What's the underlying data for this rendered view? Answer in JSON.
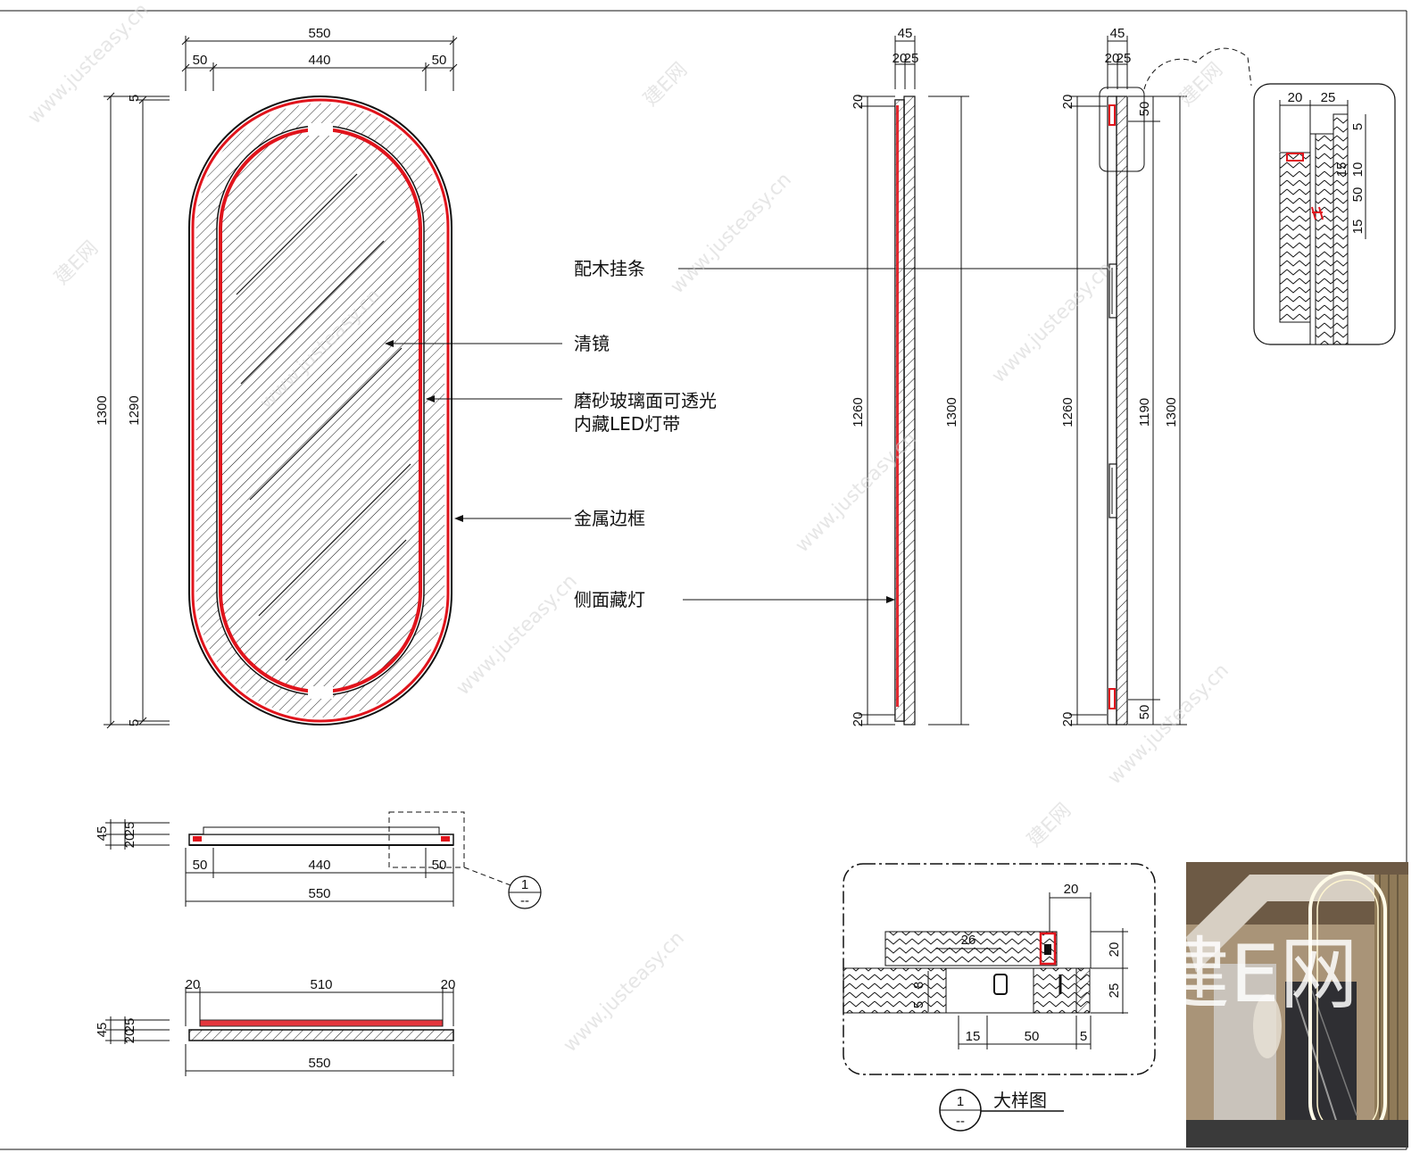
{
  "labels": {
    "hanger": "配木挂条",
    "mirror": "清镜",
    "frosted_line1": "磨砂玻璃面可透光",
    "frosted_line2": "内藏LED灯带",
    "metal_frame": "金属边框",
    "side_light": "侧面藏灯"
  },
  "front_view": {
    "top_total": "550",
    "top_left": "50",
    "top_mid": "440",
    "top_right": "50",
    "height_outer": "1300",
    "height_inner": "1290",
    "small_top": "5",
    "small_bottom": "5"
  },
  "section_a": {
    "top_total": "45",
    "top_parts": "20",
    "top_parts_b": "25",
    "edge_top": "20",
    "edge_bottom": "20",
    "inner": "1260",
    "outer": "1300"
  },
  "section_b": {
    "top_total": "45",
    "top_parts": "20",
    "top_parts_b": "25",
    "edge_top": "20",
    "right_top": "50",
    "edge_bottom": "20",
    "right_bottom": "50",
    "d1": "1260",
    "d2": "1190",
    "d3": "1300"
  },
  "plan_1": {
    "h_total": "45",
    "h_a": "25",
    "h_b": "20",
    "left": "50",
    "mid": "440",
    "right": "50",
    "total": "550",
    "callout_num": "1",
    "callout_sub": "--"
  },
  "plan_2": {
    "left": "20",
    "mid": "510",
    "right": "20",
    "total": "550",
    "h_total": "45",
    "h_a": "25",
    "h_b": "20"
  },
  "detail_top": {
    "w1": "20",
    "w2": "25",
    "v1": "5",
    "v2": "15",
    "v3": "50",
    "v4": "15",
    "v5": "10"
  },
  "detail_large": {
    "w_top": "20",
    "w_26": "26",
    "h_20": "20",
    "h_25": "25",
    "v_8": "8",
    "v_5": "5",
    "b_15": "15",
    "b_50": "50",
    "b_5": "5",
    "title": "大样图",
    "num": "1",
    "sub": "--"
  },
  "watermarks": {
    "site": "www.justeasy.cn",
    "brand": "建E网",
    "big": "建E网"
  },
  "colors": {
    "line": "#111111",
    "accent_red": "#e0141c",
    "watermark": "#d2d2d2"
  }
}
